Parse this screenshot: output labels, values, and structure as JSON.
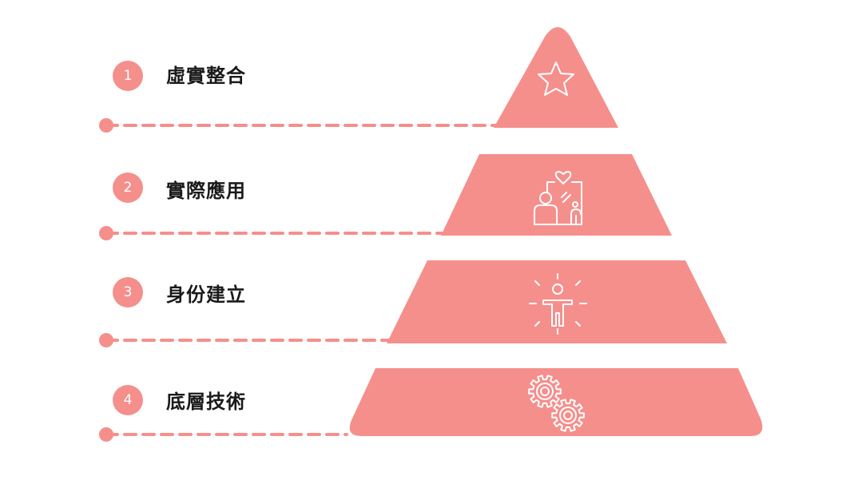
{
  "accent_color": "#f58f8c",
  "icon_color": "#ffffff",
  "levels": [
    {
      "number": "1",
      "label": "虛實整合",
      "icon": "star-icon"
    },
    {
      "number": "2",
      "label": "實際應用",
      "icon": "people-with-heart-icon"
    },
    {
      "number": "3",
      "label": "身份建立",
      "icon": "person-radiating-icon"
    },
    {
      "number": "4",
      "label": "底層技術",
      "icon": "gears-icon"
    }
  ]
}
